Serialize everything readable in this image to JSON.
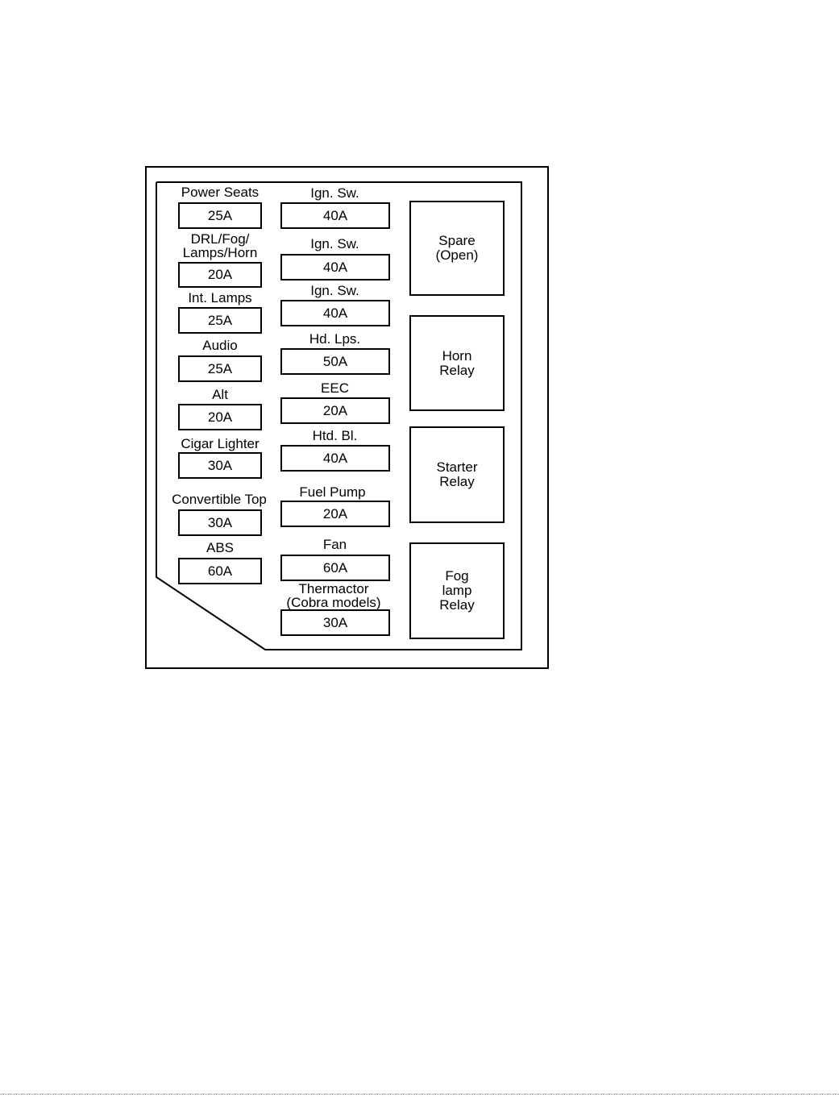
{
  "fuse_panel": {
    "left_column": [
      {
        "label": "Power Seats",
        "rating": "25A"
      },
      {
        "label_lines": [
          "DRL/Fog/",
          "Lamps/Horn"
        ],
        "rating": "20A"
      },
      {
        "label": "Int. Lamps",
        "rating": "25A"
      },
      {
        "label": "Audio",
        "rating": "25A"
      },
      {
        "label": "Alt",
        "rating": "20A"
      },
      {
        "label": "Cigar Lighter",
        "rating": "30A"
      },
      {
        "label": "Convertible Top",
        "rating": "30A"
      },
      {
        "label": "ABS",
        "rating": "60A"
      }
    ],
    "middle_column": [
      {
        "label": "Ign. Sw.",
        "rating": "40A"
      },
      {
        "label": "Ign. Sw.",
        "rating": "40A"
      },
      {
        "label": "Ign. Sw.",
        "rating": "40A"
      },
      {
        "label": "Hd. Lps.",
        "rating": "50A"
      },
      {
        "label": "EEC",
        "rating": "20A"
      },
      {
        "label": "Htd. Bl.",
        "rating": "40A"
      },
      {
        "label": "Fuel Pump",
        "rating": "20A"
      },
      {
        "label": "Fan",
        "rating": "60A"
      },
      {
        "label_lines": [
          "Thermactor",
          "(Cobra models)"
        ],
        "rating": "30A"
      }
    ],
    "relays": [
      {
        "lines": [
          "Spare",
          "(Open)"
        ]
      },
      {
        "lines": [
          "Horn",
          "Relay"
        ]
      },
      {
        "lines": [
          "Starter",
          "Relay"
        ]
      },
      {
        "lines": [
          "Fog",
          "lamp",
          "Relay"
        ]
      }
    ]
  }
}
